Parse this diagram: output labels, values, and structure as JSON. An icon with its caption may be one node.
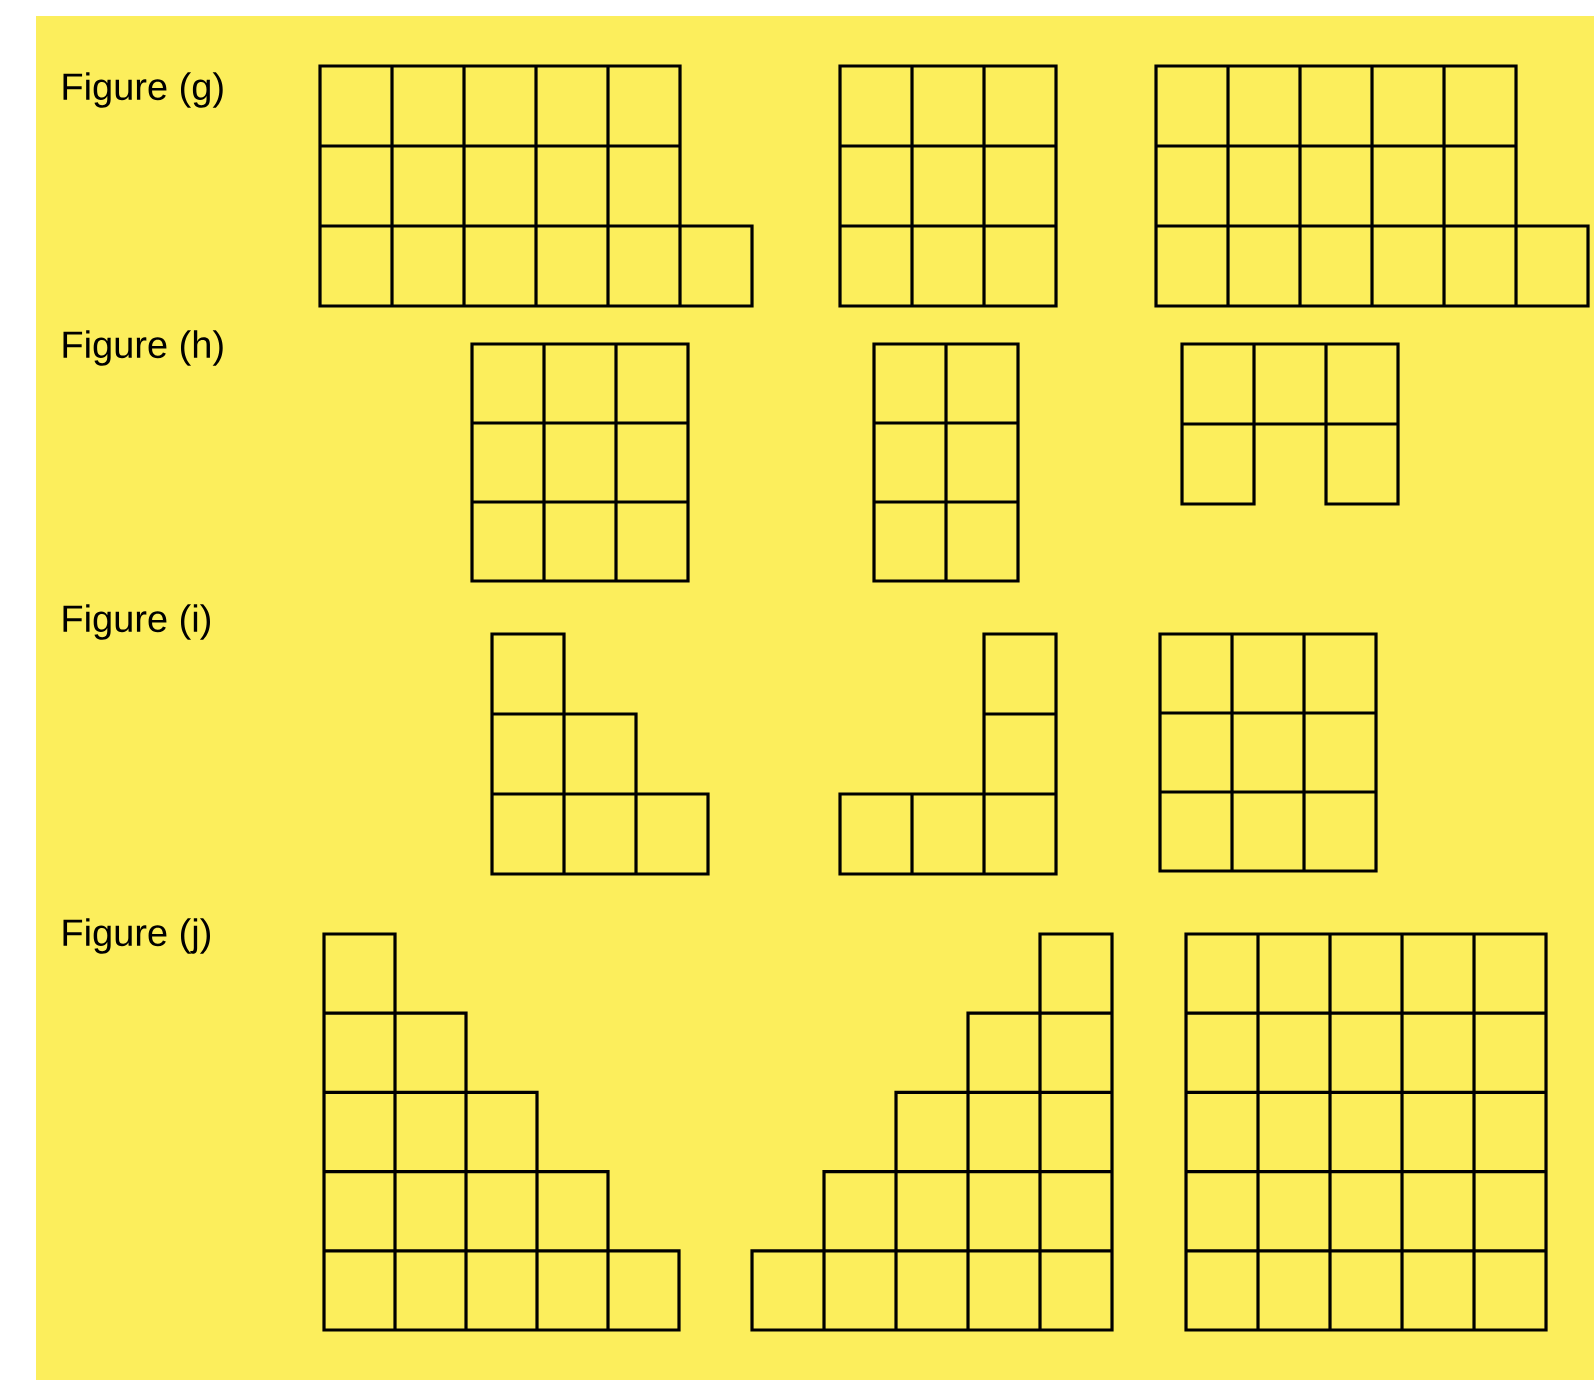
{
  "diagram": {
    "labels": [
      "Figure (g)",
      "Figure (h)",
      "Figure (i)",
      "Figure (j)"
    ]
  }
}
